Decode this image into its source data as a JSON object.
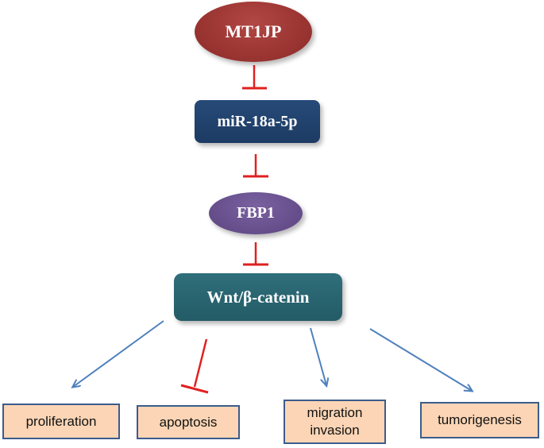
{
  "nodes": {
    "mt1jp": "MT1JP",
    "mir": "miR-18a-5p",
    "fbp1": "FBP1",
    "wnt": "Wnt/β-catenin"
  },
  "outcomes": {
    "proliferation": "proliferation",
    "apoptosis": "apoptosis",
    "migration": "migration",
    "invasion": "invasion",
    "tumorigenesis": "tumorigenesis"
  },
  "relations": [
    {
      "from": "MT1JP",
      "to": "miR-18a-5p",
      "type": "inhibits"
    },
    {
      "from": "miR-18a-5p",
      "to": "FBP1",
      "type": "inhibits"
    },
    {
      "from": "FBP1",
      "to": "Wnt/β-catenin",
      "type": "inhibits"
    },
    {
      "from": "Wnt/β-catenin",
      "to": "proliferation",
      "type": "promotes"
    },
    {
      "from": "Wnt/β-catenin",
      "to": "apoptosis",
      "type": "inhibits"
    },
    {
      "from": "Wnt/β-catenin",
      "to": "migration invasion",
      "type": "promotes"
    },
    {
      "from": "Wnt/β-catenin",
      "to": "tumorigenesis",
      "type": "promotes"
    }
  ],
  "colors": {
    "mt1jp": "#9a3532",
    "mir": "#1f3e68",
    "fbp1": "#654d8a",
    "wnt": "#28626d",
    "inhibit_line": "#e02020",
    "promote_arrow": "#4f81bd",
    "outcome_fill": "#fbd5b5",
    "outcome_border": "#3c5c8c"
  }
}
